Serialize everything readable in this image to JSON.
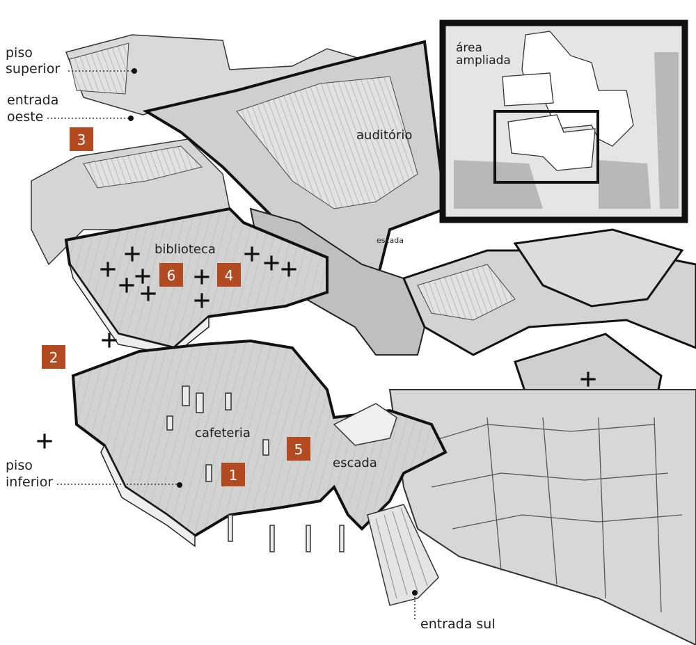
{
  "labels": {
    "piso_superior_line1": "piso",
    "piso_superior_line2": "superior",
    "entrada_oeste_line1": "entrada",
    "entrada_oeste_line2": "oeste",
    "piso_inferior_line1": "piso",
    "piso_inferior_line2": "inferior",
    "entrada_sul": "entrada sul",
    "auditorio": "auditório",
    "biblioteca": "biblioteca",
    "cafeteria": "cafeteria",
    "escada_main": "escada",
    "escada_small": "escada"
  },
  "inset": {
    "line1": "área",
    "line2": "ampliada"
  },
  "markers": [
    "1",
    "2",
    "3",
    "4",
    "5",
    "6"
  ],
  "colors": {
    "marker": "#b24a22",
    "outline": "#111111",
    "floor": "#d6d6d6",
    "wall": "#eeeeee",
    "inset_bg": "#e4e6e6"
  },
  "icons": [
    "cross-marker"
  ]
}
